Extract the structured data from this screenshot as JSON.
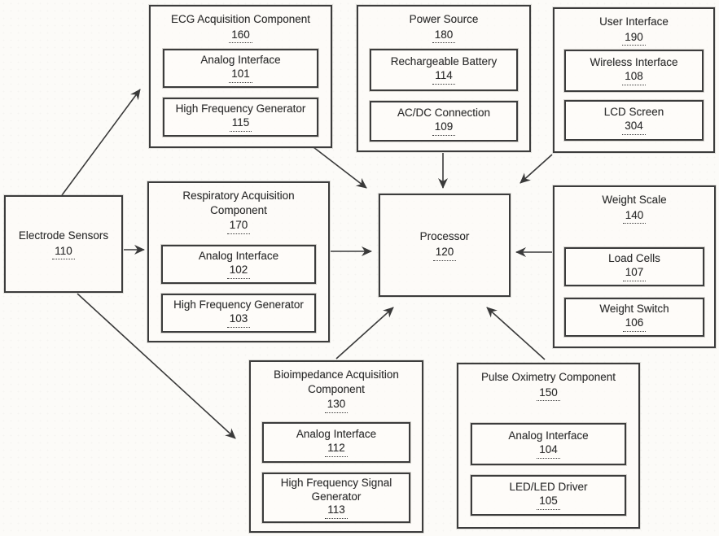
{
  "figure": {
    "kind": "patent-block-diagram",
    "colors": {
      "line": "#3a3a3a",
      "text": "#2e2e2e",
      "paper": "#fcfbf8"
    }
  },
  "nodes": {
    "electrode_sensors": {
      "title": "Electrode Sensors",
      "ref": "110"
    },
    "ecg": {
      "title": "ECG Acquisition Component",
      "ref": "160",
      "children": [
        {
          "title": "Analog Interface",
          "ref": "101"
        },
        {
          "title": "High Frequency Generator",
          "ref": "115"
        }
      ]
    },
    "power_source": {
      "title": "Power Source",
      "ref": "180",
      "children": [
        {
          "title": "Rechargeable Battery",
          "ref": "114"
        },
        {
          "title": "AC/DC Connection",
          "ref": "109"
        }
      ]
    },
    "user_interface": {
      "title": "User Interface",
      "ref": "190",
      "children": [
        {
          "title": "Wireless Interface",
          "ref": "108"
        },
        {
          "title": "LCD Screen",
          "ref": "304"
        }
      ]
    },
    "respiratory": {
      "title": "Respiratory Acquisition Component",
      "ref": "170",
      "children": [
        {
          "title": "Analog Interface",
          "ref": "102"
        },
        {
          "title": "High Frequency Generator",
          "ref": "103"
        }
      ]
    },
    "processor": {
      "title": "Processor",
      "ref": "120"
    },
    "weight_scale": {
      "title": "Weight Scale",
      "ref": "140",
      "children": [
        {
          "title": "Load Cells",
          "ref": "107"
        },
        {
          "title": "Weight Switch",
          "ref": "106"
        }
      ]
    },
    "bioimpedance": {
      "title": "Bioimpedance Acquisition Component",
      "ref": "130",
      "children": [
        {
          "title": "Analog Interface",
          "ref": "112"
        },
        {
          "title": "High Frequency Signal Generator",
          "ref": "113"
        }
      ]
    },
    "pulse_oximetry": {
      "title": "Pulse Oximetry Component",
      "ref": "150",
      "children": [
        {
          "title": "Analog Interface",
          "ref": "104"
        },
        {
          "title": "LED/LED Driver",
          "ref": "105"
        }
      ]
    }
  },
  "connections": [
    {
      "from": "electrode_sensors",
      "to": "ecg"
    },
    {
      "from": "electrode_sensors",
      "to": "respiratory"
    },
    {
      "from": "electrode_sensors",
      "to": "bioimpedance"
    },
    {
      "from": "ecg",
      "to": "processor"
    },
    {
      "from": "power_source",
      "to": "processor"
    },
    {
      "from": "user_interface",
      "to": "processor"
    },
    {
      "from": "respiratory",
      "to": "processor"
    },
    {
      "from": "weight_scale",
      "to": "processor"
    },
    {
      "from": "bioimpedance",
      "to": "processor"
    },
    {
      "from": "pulse_oximetry",
      "to": "processor"
    }
  ]
}
